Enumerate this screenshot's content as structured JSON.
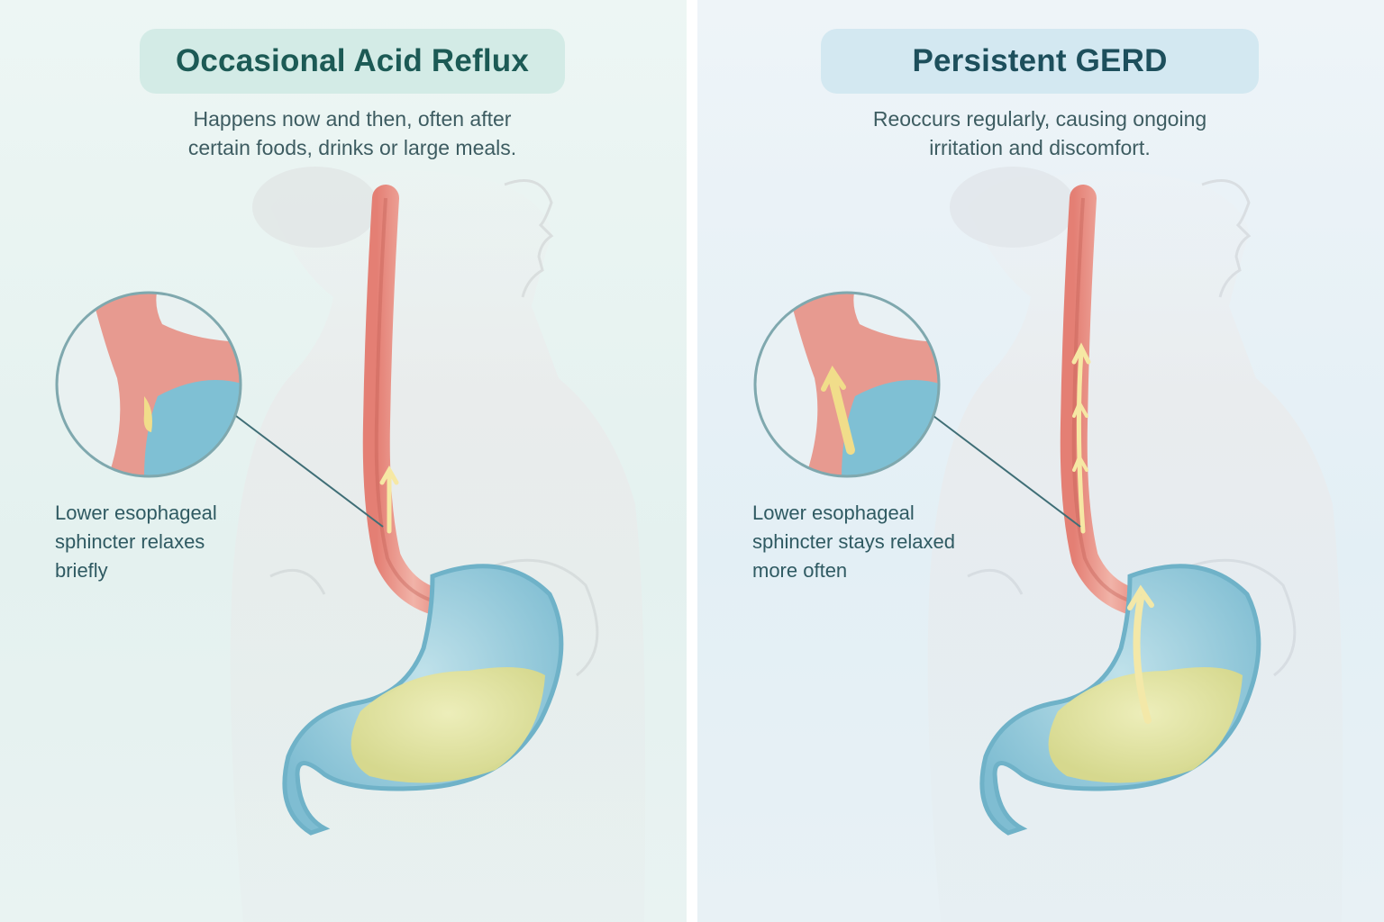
{
  "panels": [
    {
      "title": "Occasional Acid Reflux",
      "subtitle_lines": [
        "Happens now and then, often after",
        "certain foods, drinks or large meals."
      ],
      "caption_lines": [
        "Lower esophageal",
        "sphincter relaxes",
        "briefly"
      ]
    },
    {
      "title": "Persistent GERD",
      "subtitle_lines": [
        "Reoccurs regularly, causing ongoing",
        "irritation and discomfort."
      ],
      "caption_lines": [
        "Lower esophageal",
        "sphincter stays relaxed",
        "more often"
      ]
    }
  ],
  "colors": {
    "title_text": "#1c5a55",
    "esophagus": "#e7958a",
    "stomach_wall": "#8cc6d8",
    "stomach_fluid": "#e3e39a",
    "acid_arrow": "#f2e6a0"
  }
}
